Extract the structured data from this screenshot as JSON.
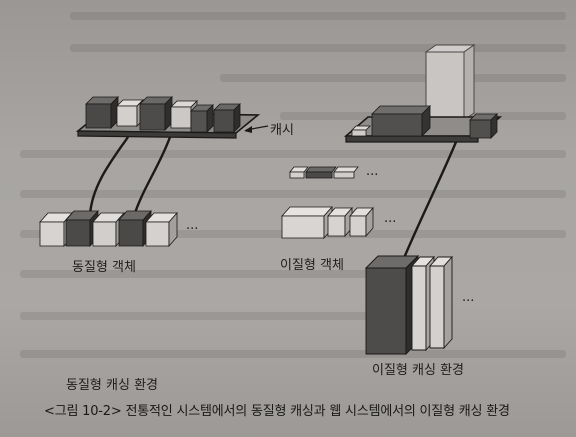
{
  "diagram": {
    "label_cache": "캐시",
    "label_homogeneous_objects": "동질형 객체",
    "label_heterogeneous_objects": "이질형 객체",
    "label_homogeneous_env": "동질형 캐싱 환경",
    "label_heterogeneous_env": "이질형 캐싱 환경",
    "caption": "<그림 10-2> 전통적인 시스템에서의 동질형 캐싱과 웹 시스템에서의 이질형 캐싱 환경",
    "ellipsis": "..."
  }
}
